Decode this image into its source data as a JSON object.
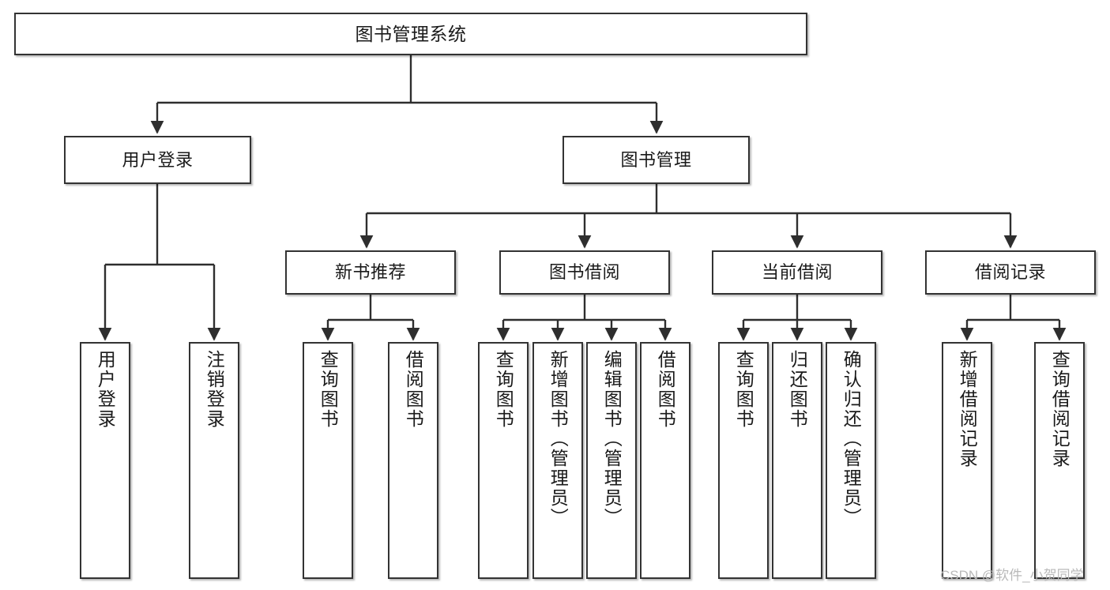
{
  "diagram": {
    "type": "tree",
    "title": "图书管理系统",
    "orientation": "top-down",
    "line_color": "#333333",
    "box_border_color": "#333333",
    "box_fill_color": "#ffffff",
    "background_color": "#ffffff",
    "text_color": "#1a1a1a"
  },
  "nodes": {
    "root": {
      "label": "图书管理系统"
    },
    "level2": [
      {
        "label": "用户登录"
      },
      {
        "label": "图书管理"
      }
    ],
    "level3": [
      {
        "label": "新书推荐"
      },
      {
        "label": "图书借阅"
      },
      {
        "label": "当前借阅"
      },
      {
        "label": "借阅记录"
      }
    ],
    "leaves": {
      "user_login": [
        {
          "label": "用户登录"
        },
        {
          "label": "注销登录"
        }
      ],
      "new_book_recommend": [
        {
          "label": "查询图书"
        },
        {
          "label": "借阅图书"
        }
      ],
      "book_borrow": [
        {
          "label": "查询图书"
        },
        {
          "label": "新增图书（管理员）"
        },
        {
          "label": "编辑图书（管理员）"
        },
        {
          "label": "借阅图书"
        }
      ],
      "current_borrow": [
        {
          "label": "查询图书"
        },
        {
          "label": "归还图书"
        },
        {
          "label": "确认归还（管理员）"
        }
      ],
      "borrow_record": [
        {
          "label": "新增借阅记录"
        },
        {
          "label": "查询借阅记录"
        }
      ]
    }
  },
  "watermark": {
    "text": "CSDN @软件_小贺同学"
  }
}
